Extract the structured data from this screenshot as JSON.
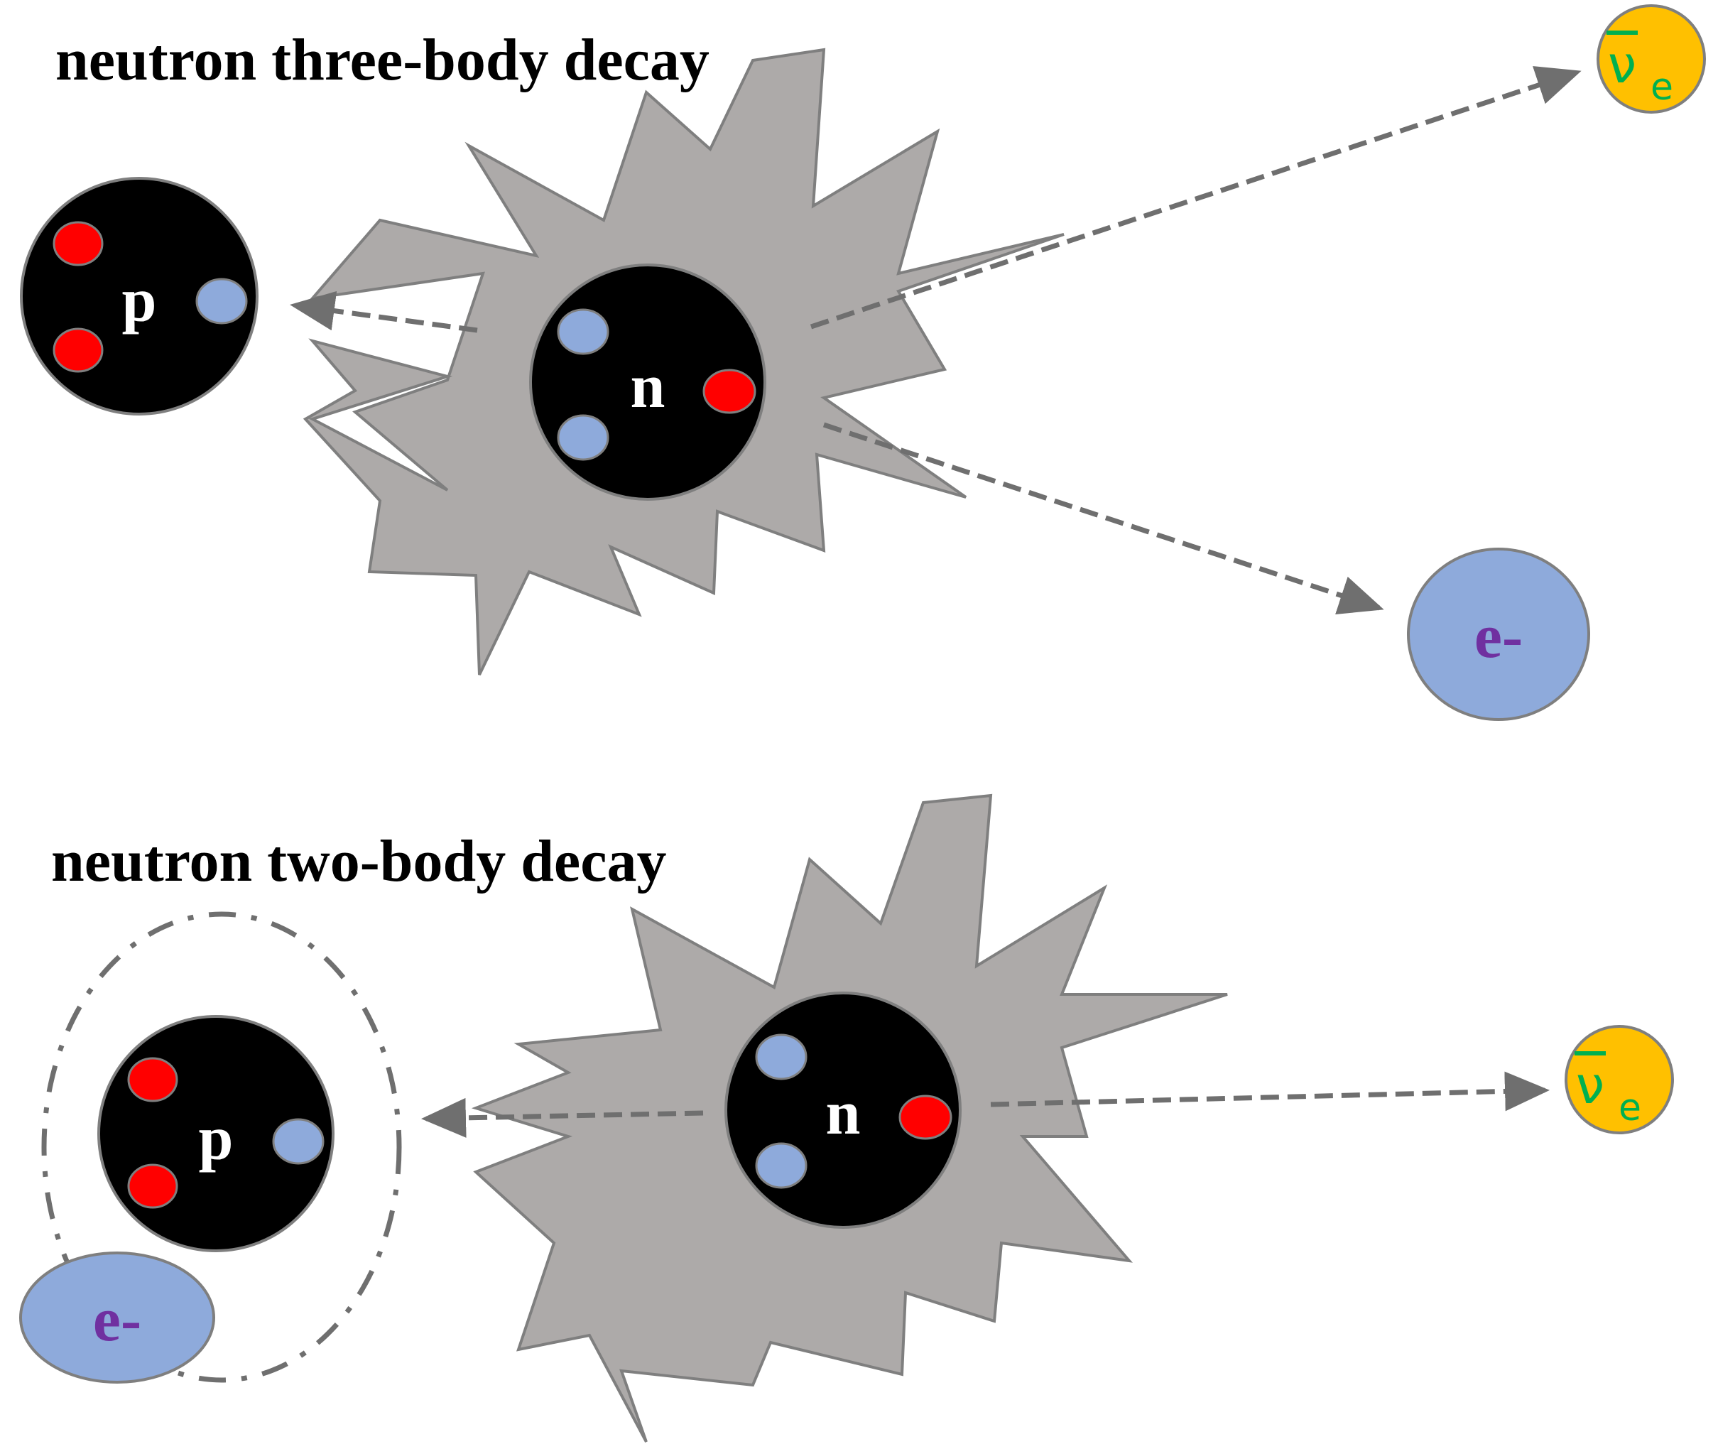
{
  "panels": {
    "three_body": {
      "title": "neutron three-body decay",
      "neutron_label": "n",
      "proton_label": "p",
      "electron_label": "e-",
      "antineutrino_symbol": "ν",
      "antineutrino_subscript": "e"
    },
    "two_body": {
      "title": "neutron two-body decay",
      "neutron_label": "n",
      "proton_label": "p",
      "electron_label": "e-",
      "antineutrino_symbol": "ν",
      "antineutrino_subscript": "e"
    }
  },
  "colors": {
    "burst": "#adaaa9",
    "burst_stroke": "#7f7f7f",
    "nucleon": "#000000",
    "up_quark": "#ff0000",
    "down_quark": "#8eaadb",
    "electron": "#8eaadb",
    "electron_label": "#7030a0",
    "antineutrino": "#ffc000",
    "antineutrino_label": "#00b050",
    "arrow": "#6f6f6f"
  }
}
